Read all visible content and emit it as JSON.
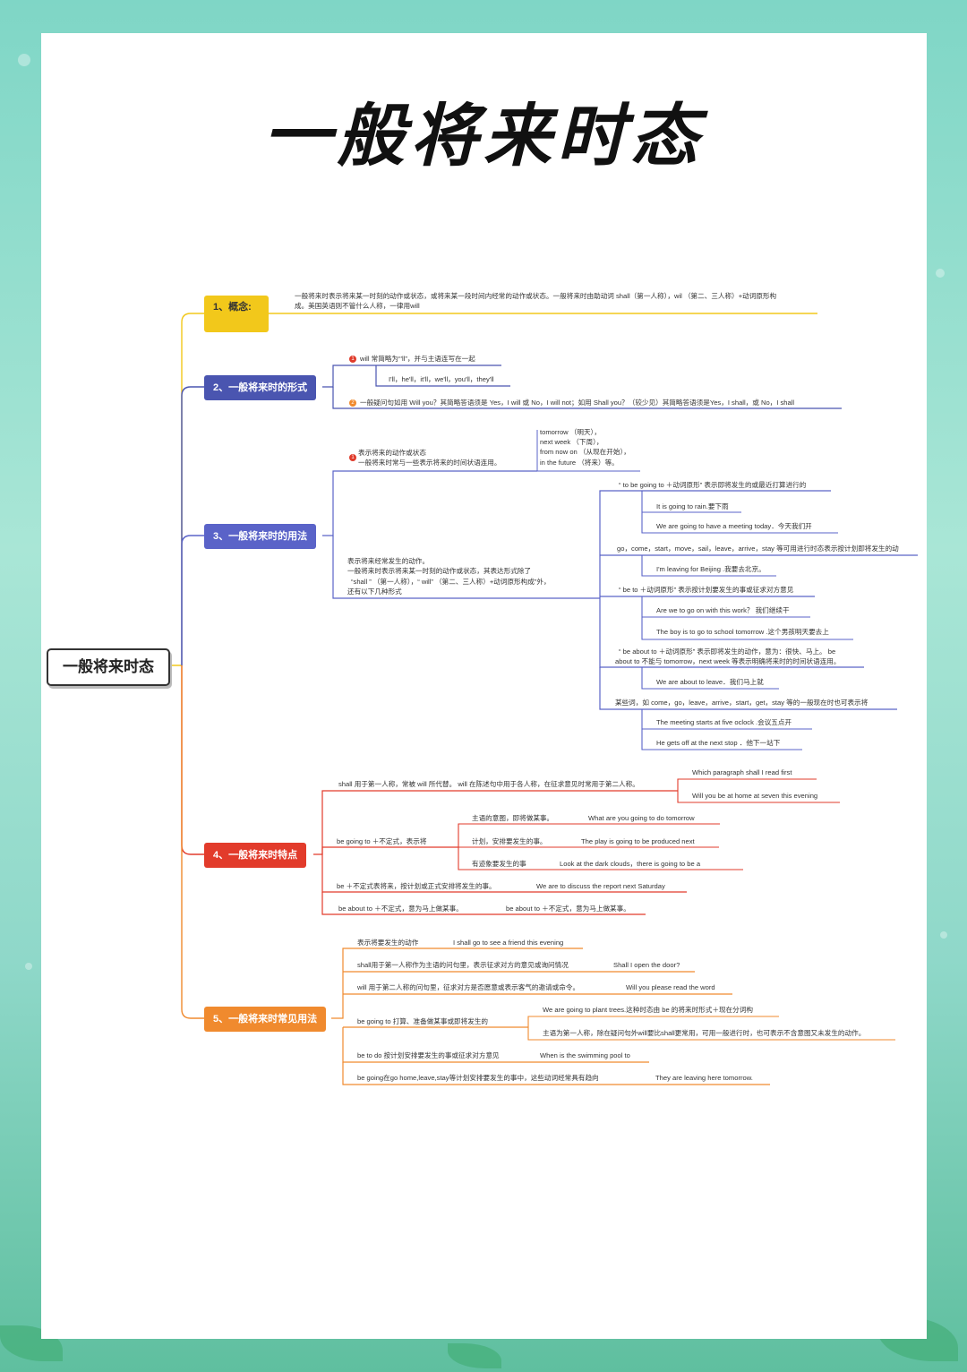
{
  "title": "一般将来时态",
  "root": "一般将来时态",
  "colors": {
    "sec1": "#f2c81b",
    "sec2": "#4a55b0",
    "sec3": "#5a63c8",
    "sec4": "#e23b2b",
    "sec5": "#f08a2e"
  },
  "s1": {
    "label": "1、概念:",
    "line1": "一般将来时表示将来某一时刻的动作或状态，或将来某一段时间内经常的动作或状态。一般将来时由助动词 shall（第一人称），wil （第二、三人称）+动词原形构",
    "line2": "成。美国英语则不管什么人称，一律用will"
  },
  "s2": {
    "label": "2、一般将来时的形式",
    "n1": "1",
    "item1": "will 常简略为“'ll”，并与主语连写在一起",
    "item1_ex": "I'll，he'll，it'll，we'll，you'll，they'll",
    "n2": "2",
    "item2": "一般疑问句如用 Will you？其简略答语须是 Yes，I will 或 No，I will not；如用 Shall you？（较少见）其简略答语须是Yes，I shall，或 No，I shall"
  },
  "s3": {
    "label": "3、一般将来时的用法",
    "n1": "1",
    "u1a": "表示将来的动作或状态",
    "u1b": "一般将来时常与一些表示将来的时间状语连用。",
    "t1": "tomorrow （明天），",
    "t2": "next week （下周），",
    "t3": "from now on （从现在开始），",
    "t4": "in the future （将来）等。",
    "u2a": "表示将来经常发生的动作。",
    "u2b": "一般将来时表示将来某一时刻的动作或状态，其表达形式除了",
    "u2c": "“shall ” （第一人称），“ will” （第二、三人称）+动词原形构成”外，",
    "u2d": "还有以下几种形式",
    "f1": "“ to be going to ＋动词原形” 表示即将发生的或最近打算进行的",
    "f1e1": "It is going to rain.要下雨",
    "f1e2": "We are going to have a meeting today．今天我们开",
    "f2": "go，come，start，move，sail，leave，arrive，stay 等可用进行时态表示按计划即将发生的动",
    "f2e1": "I'm leaving for Beijing .我要去北京。",
    "f3": "“ be to ＋动词原形” 表示按计划要发生的事或征求对方意见",
    "f3e1": "Are we to go on with this work？ 我们继续干",
    "f3e2": "The boy is to go to school tomorrow .这个男孩明天要去上",
    "f4a": "“ be about to ＋动词原形” 表示即将发生的动作，意为：很快、马上。 be",
    "f4b": "about to 不能与 tomorrow，next week 等表示明确将来时的时间状语连用。",
    "f4e1": "We are about to leave．我们马上就",
    "f5": "某些词，如 come，go，leave，arrive，start，get，stay 等的一般现在时也可表示将",
    "f5e1": "The meeting starts at five oclock .会议五点开",
    "f5e2": "He gets off at the next stop ．他下一站下"
  },
  "s4": {
    "label": "4、一般将来时特点",
    "a": "shall 用于第一人称，常被 will 所代替。 will 在陈述句中用于各人称，在征求意见时常用于第二人称。",
    "a1": "Which paragraph shall I read first",
    "a2": "Will you be at home at seven this evening",
    "b": "be going to ＋不定式，表示将",
    "b1": "主语的意图，即将做某事。",
    "b1e": "What are you going to do tomorrow",
    "b2": "计划，安排要发生的事。",
    "b2e": "The play is going to be produced next",
    "b3": "有迹象要发生的事",
    "b3e": "Look at the dark clouds，there is going to be a",
    "c": "be ＋不定式表将来，按计划或正式安排将发生的事。",
    "ce": "We are to discuss the report next Saturday",
    "d": "be about to ＋不定式，意为马上做某事。",
    "de": "be about to ＋不定式，意为马上做某事。"
  },
  "s5": {
    "label": "5、一般将来时常见用法",
    "a": "表示将要发生的动作",
    "ae": "I shall go to see a friend this evening",
    "b": "shall用于第一人称作为主语的问句里，表示征求对方的意见或询问情况",
    "be": "Shall I open the door?",
    "c": "will 用于第二人称的问句里，征求对方是否愿意或表示客气的邀请或命令。",
    "ce": "Will you please read the word",
    "d": "be going to 打算、准备做某事或即将发生的",
    "d1": "We are going to plant trees.这种时态由 be 的将来时形式＋现在分词构",
    "d2": "主语为第一人称，除在疑问句外will要比shall更常用，可用一般进行时，也可表示不含意图又未发生的动作。",
    "e": "be to do 按计划安排要发生的事或征求对方意见",
    "ee": "When is the swimming pool to",
    "f": "be going在go home,leave,stay等计划安排要发生的事中，这些动词经常具有趋向",
    "fe": "They are leaving here tomorrow."
  }
}
